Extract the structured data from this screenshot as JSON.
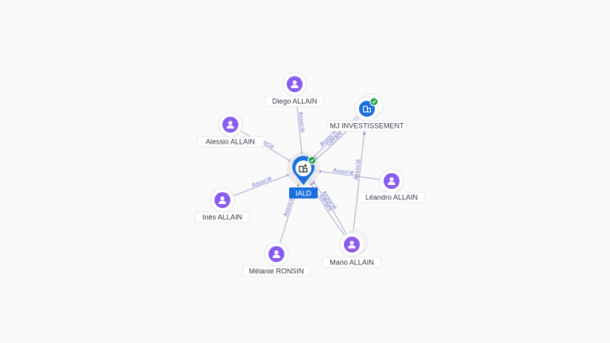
{
  "center": {
    "label": "IALD",
    "icon": "building-icon",
    "verified_icon": "check-badge-icon",
    "colors": {
      "pin": "#1a6fe0",
      "verified": "#1e9e47"
    }
  },
  "people": [
    {
      "id": "diego",
      "name": "Diego ALLAIN",
      "icon": "person-icon"
    },
    {
      "id": "alessio",
      "name": "Alessio ALLAIN",
      "icon": "person-icon"
    },
    {
      "id": "ines",
      "name": "Inès ALLAIN",
      "icon": "person-icon"
    },
    {
      "id": "melanie",
      "name": "Mélanie RONSIN",
      "icon": "person-icon"
    },
    {
      "id": "mario",
      "name": "Mario ALLAIN",
      "icon": "person-icon"
    },
    {
      "id": "leandro",
      "name": "Léandro ALLAIN",
      "icon": "person-icon"
    }
  ],
  "company": {
    "id": "mj",
    "name": "MJ INVESTISSEMENT",
    "icon": "building-icon",
    "verified_icon": "check-badge-icon"
  },
  "edges": [
    {
      "from": "diego",
      "to": "center",
      "label": "Associé"
    },
    {
      "from": "alessio",
      "to": "center",
      "label": "Associé"
    },
    {
      "from": "ines",
      "to": "center",
      "label": "Associé"
    },
    {
      "from": "melanie",
      "to": "center",
      "label": "Associé"
    },
    {
      "from": "mario",
      "to": "center",
      "label": "Gérant"
    },
    {
      "from": "mario",
      "to": "center",
      "label": "Associé"
    },
    {
      "from": "leandro",
      "to": "center",
      "label": "Associé"
    },
    {
      "from": "mj",
      "to": "center",
      "label": "Gérant"
    },
    {
      "from": "mj",
      "to": "center",
      "label": "Associé"
    },
    {
      "from": "mario",
      "to": "mj",
      "label": "Associé"
    }
  ],
  "colors": {
    "person": "#8a5bf0",
    "edge": "#a9acd0",
    "edge_label": "#6f72c4"
  }
}
